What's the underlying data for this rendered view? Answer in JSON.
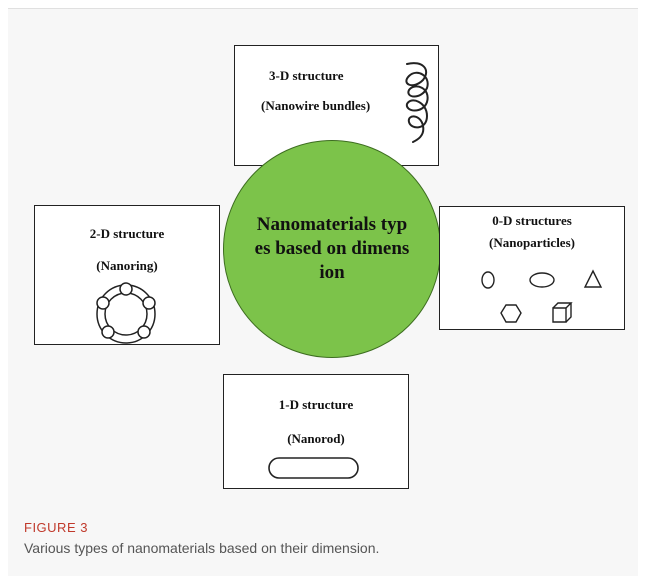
{
  "diagram": {
    "center": {
      "label": "Nanomaterials types based on dimension",
      "fill_color": "#7cc34a"
    },
    "boxes": {
      "three_d": {
        "title": "3-D structure",
        "subtitle": "(Nanowire bundles)",
        "icon": "nanowire-bundle-coil"
      },
      "two_d": {
        "title": "2-D structure",
        "subtitle": "(Nanoring)",
        "icon": "nanoring"
      },
      "zero_d": {
        "title": "0-D structures",
        "subtitle": "(Nanoparticles)",
        "icons": [
          "circle",
          "ellipse",
          "triangle",
          "hexagon",
          "cube"
        ]
      },
      "one_d": {
        "title": "1-D structure",
        "subtitle": "(Nanorod)",
        "icon": "nanorod"
      }
    }
  },
  "caption": {
    "label": "FIGURE 3",
    "text": "Various types of nanomaterials based on their dimension.",
    "label_color": "#c0392b"
  }
}
